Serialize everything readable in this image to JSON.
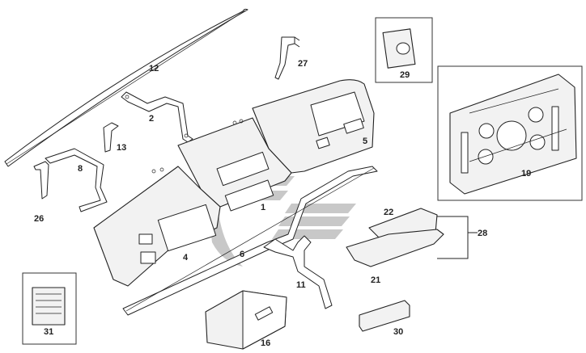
{
  "diagram": {
    "parts": [
      {
        "id": "dash-top-panel",
        "callout": "1"
      },
      {
        "id": "bracket-2",
        "callout": "2"
      },
      {
        "id": "dash-lower-panel",
        "callout": "4"
      },
      {
        "id": "instrument-cluster-housing",
        "callout": "5"
      },
      {
        "id": "trim-strip-6",
        "callout": "6"
      },
      {
        "id": "bracket-8",
        "callout": "8"
      },
      {
        "id": "bracket-11",
        "callout": "11"
      },
      {
        "id": "windshield-trim-12",
        "callout": "12"
      },
      {
        "id": "bracket-13",
        "callout": "13"
      },
      {
        "id": "glove-box-16",
        "callout": "16"
      },
      {
        "id": "gauge-plate-19",
        "callout": "19"
      },
      {
        "id": "console-lower-21",
        "callout": "21"
      },
      {
        "id": "console-upper-22",
        "callout": "22"
      },
      {
        "id": "bracket-26",
        "callout": "26"
      },
      {
        "id": "bracket-27",
        "callout": "27"
      },
      {
        "id": "console-assembly-28",
        "callout": "28"
      },
      {
        "id": "switch-29",
        "callout": "29"
      },
      {
        "id": "cover-plate-30",
        "callout": "30"
      },
      {
        "id": "vent-grille-31",
        "callout": "31"
      }
    ],
    "watermark": "logo"
  }
}
